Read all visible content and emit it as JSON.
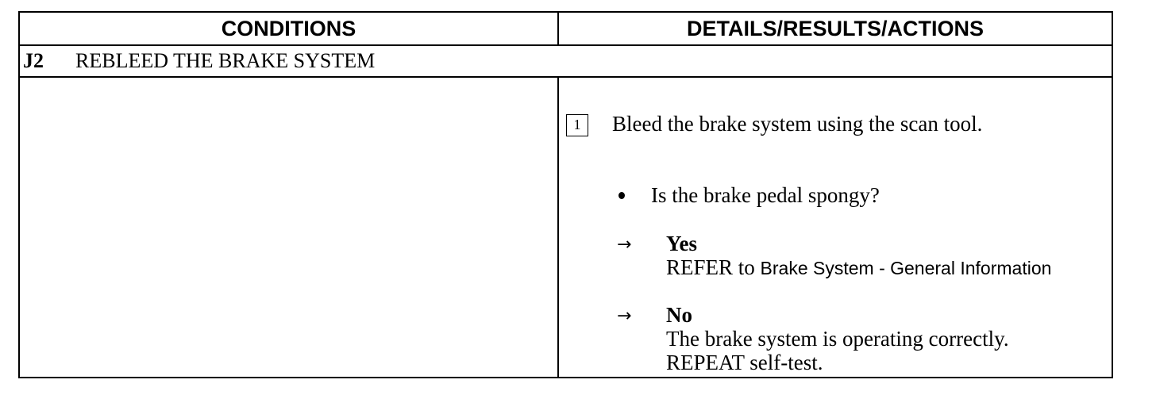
{
  "header": {
    "conditions": "CONDITIONS",
    "details": "DETAILS/RESULTS/ACTIONS"
  },
  "step": {
    "id": "J2",
    "title": "REBLEED THE BRAKE SYSTEM"
  },
  "action": {
    "number": "1",
    "text": "Bleed the brake system using the scan tool."
  },
  "question": {
    "text": "Is the brake pedal spongy?"
  },
  "yes": {
    "arrow": "→",
    "label": "Yes",
    "refer_prefix": "REFER to",
    "refer_target": "Brake System - General Information"
  },
  "no": {
    "arrow": "→",
    "label": "No",
    "line1": "The brake system is operating correctly.",
    "line2": "REPEAT self-test."
  }
}
